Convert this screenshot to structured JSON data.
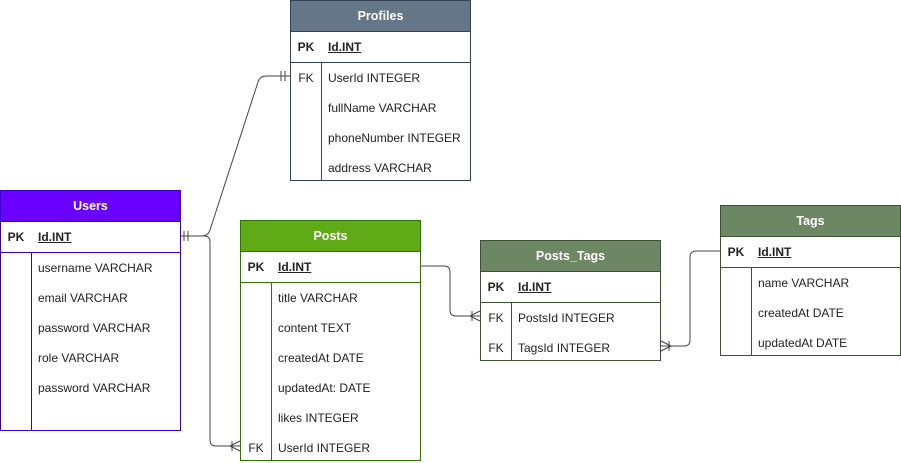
{
  "entities": {
    "profiles": {
      "title": "Profiles",
      "color": "#647687",
      "pk": {
        "key": "PK",
        "field": "Id.INT"
      },
      "rows": [
        {
          "key": "FK",
          "field": "UserId INTEGER"
        },
        {
          "key": "",
          "field": "fullName VARCHAR"
        },
        {
          "key": "",
          "field": "phoneNumber INTEGER"
        },
        {
          "key": "",
          "field": "address VARCHAR"
        }
      ]
    },
    "users": {
      "title": "Users",
      "color": "#6a00ff",
      "pk": {
        "key": "PK",
        "field": "Id.INT"
      },
      "rows": [
        {
          "key": "",
          "field": "username VARCHAR"
        },
        {
          "key": "",
          "field": "email VARCHAR"
        },
        {
          "key": "",
          "field": "password VARCHAR"
        },
        {
          "key": "",
          "field": "role VARCHAR"
        },
        {
          "key": "",
          "field": "password VARCHAR"
        }
      ]
    },
    "posts": {
      "title": "Posts",
      "color": "#60a917",
      "pk": {
        "key": "PK",
        "field": "Id.INT"
      },
      "rows": [
        {
          "key": "",
          "field": "title VARCHAR"
        },
        {
          "key": "",
          "field": "content TEXT"
        },
        {
          "key": "",
          "field": "createdAt DATE"
        },
        {
          "key": "",
          "field": "updatedAt: DATE"
        },
        {
          "key": "",
          "field": "likes INTEGER"
        },
        {
          "key": "FK",
          "field": "UserId INTEGER"
        }
      ]
    },
    "posts_tags": {
      "title": "Posts_Tags",
      "color": "#6d8764",
      "pk": {
        "key": "PK",
        "field": "Id.INT"
      },
      "rows": [
        {
          "key": "FK",
          "field": "PostsId INTEGER"
        },
        {
          "key": "FK",
          "field": "TagsId INTEGER"
        }
      ]
    },
    "tags": {
      "title": "Tags",
      "color": "#6d8764",
      "pk": {
        "key": "PK",
        "field": "Id.INT"
      },
      "rows": [
        {
          "key": "",
          "field": "name VARCHAR"
        },
        {
          "key": "",
          "field": "createdAt DATE"
        },
        {
          "key": "",
          "field": "updatedAt DATE"
        }
      ]
    }
  },
  "relationships": [
    {
      "from": "users",
      "to": "profiles",
      "type": "one-to-one"
    },
    {
      "from": "users",
      "to": "posts",
      "type": "one-to-many"
    },
    {
      "from": "posts",
      "to": "posts_tags",
      "type": "one-to-many"
    },
    {
      "from": "tags",
      "to": "posts_tags",
      "type": "one-to-many"
    }
  ]
}
